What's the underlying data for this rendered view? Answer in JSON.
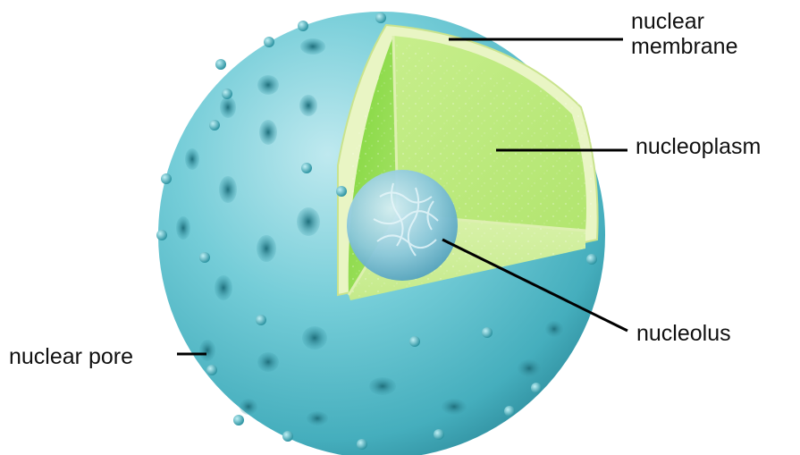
{
  "labels": {
    "nuclear_membrane_line1": "nuclear",
    "nuclear_membrane_line2": "membrane",
    "nucleoplasm": "nucleoplasm",
    "nucleolus": "nucleolus",
    "nuclear_pore": "nuclear pore"
  },
  "colors": {
    "sphere": "#5fbfcc",
    "sphere_dark": "#2f8e9e",
    "pore": "#2b8695",
    "nucleoplasm": "#a4e05a",
    "membrane_cut": "#e9f5c4",
    "nucleolus": "#8ac7dc",
    "leader_line": "#000000"
  }
}
